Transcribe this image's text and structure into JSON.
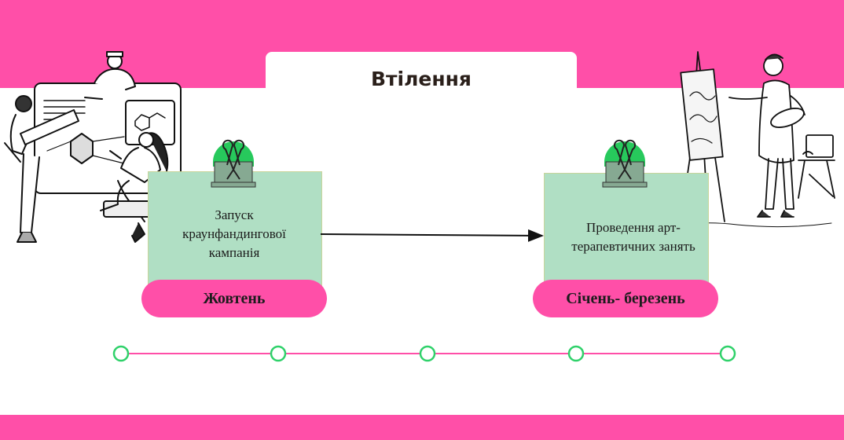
{
  "slide": {
    "title": "Втілення",
    "colors": {
      "accent": "#ff4fa8",
      "card": "#b0dfc4",
      "timeline_node": "#2fd16a",
      "clip": "#27c95c"
    }
  },
  "milestones": [
    {
      "label": "Запуск краунфандингової кампанія",
      "label_lines": [
        "Запуск",
        "краунфандингової",
        "кампанія"
      ],
      "period": "Жовтень"
    },
    {
      "label": "Проведення арт-терапевтичних занять",
      "label_lines": [
        "Проведення арт-",
        "терапевтичних занять"
      ],
      "period": "Січень- березень"
    }
  ],
  "timeline": {
    "node_count": 5
  },
  "illustrations": [
    "team-collaboration-illustration",
    "painter-at-easel-illustration"
  ]
}
